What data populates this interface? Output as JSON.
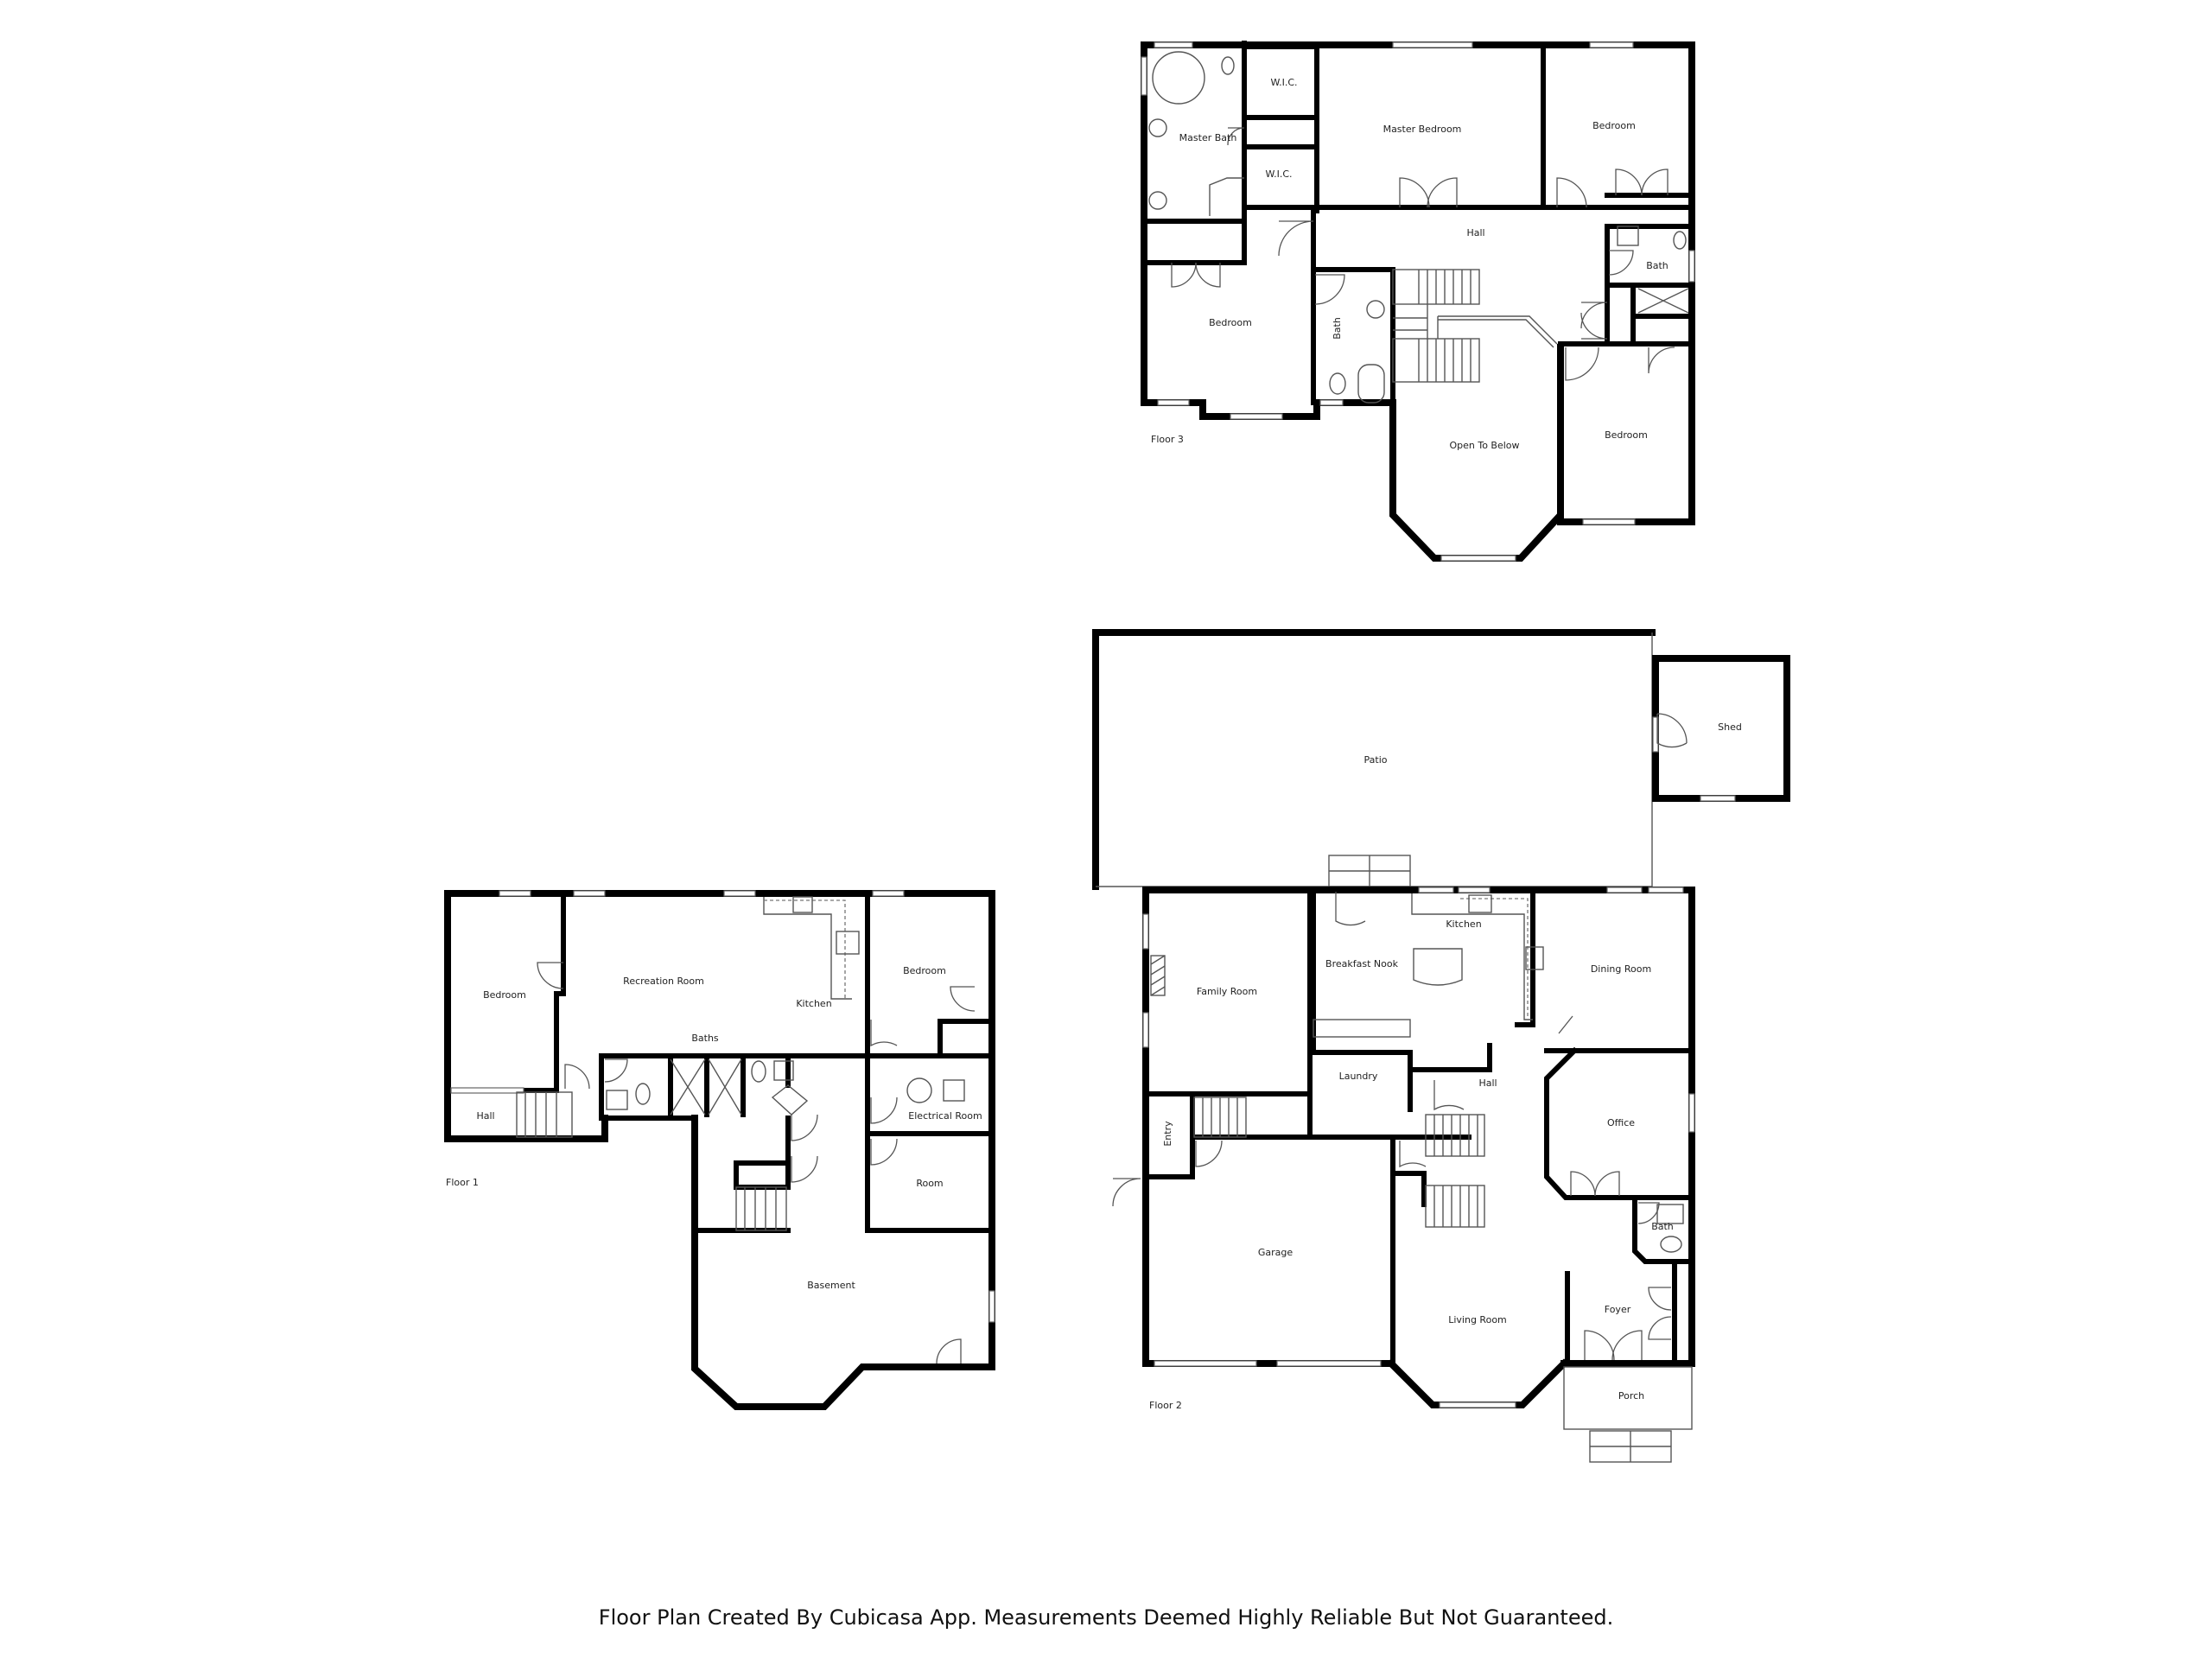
{
  "floors": {
    "floor3": {
      "label": "Floor 3",
      "rooms": {
        "master_bath": "Master Bath",
        "wic_top": "W.I.C.",
        "wic_bottom": "W.I.C.",
        "master_bedroom": "Master Bedroom",
        "bedroom_ne": "Bedroom",
        "hall": "Hall",
        "bath_e": "Bath",
        "bedroom_w": "Bedroom",
        "bath_center": "Bath",
        "open_to_below": "Open To Below",
        "bedroom_se": "Bedroom"
      }
    },
    "floor2": {
      "label": "Floor 2",
      "rooms": {
        "patio": "Patio",
        "shed": "Shed",
        "family_room": "Family Room",
        "breakfast_nook": "Breakfast Nook",
        "kitchen": "Kitchen",
        "dining_room": "Dining Room",
        "laundry": "Laundry",
        "hall": "Hall",
        "entry": "Entry",
        "office": "Office",
        "bath": "Bath",
        "garage": "Garage",
        "living_room": "Living Room",
        "foyer": "Foyer",
        "porch": "Porch"
      }
    },
    "floor1": {
      "label": "Floor 1",
      "rooms": {
        "bedroom_w": "Bedroom",
        "recreation_room": "Recreation Room",
        "kitchen": "Kitchen",
        "bedroom_e": "Bedroom",
        "baths": "Baths",
        "hall": "Hall",
        "electrical_room": "Electrical Room",
        "room": "Room",
        "basement": "Basement"
      }
    }
  },
  "footer": {
    "disclaimer": "Floor Plan Created By Cubicasa App. Measurements Deemed Highly Reliable But Not Guaranteed."
  },
  "colors": {
    "wall": "#000000",
    "background": "#ffffff",
    "fixture": "#555555"
  }
}
